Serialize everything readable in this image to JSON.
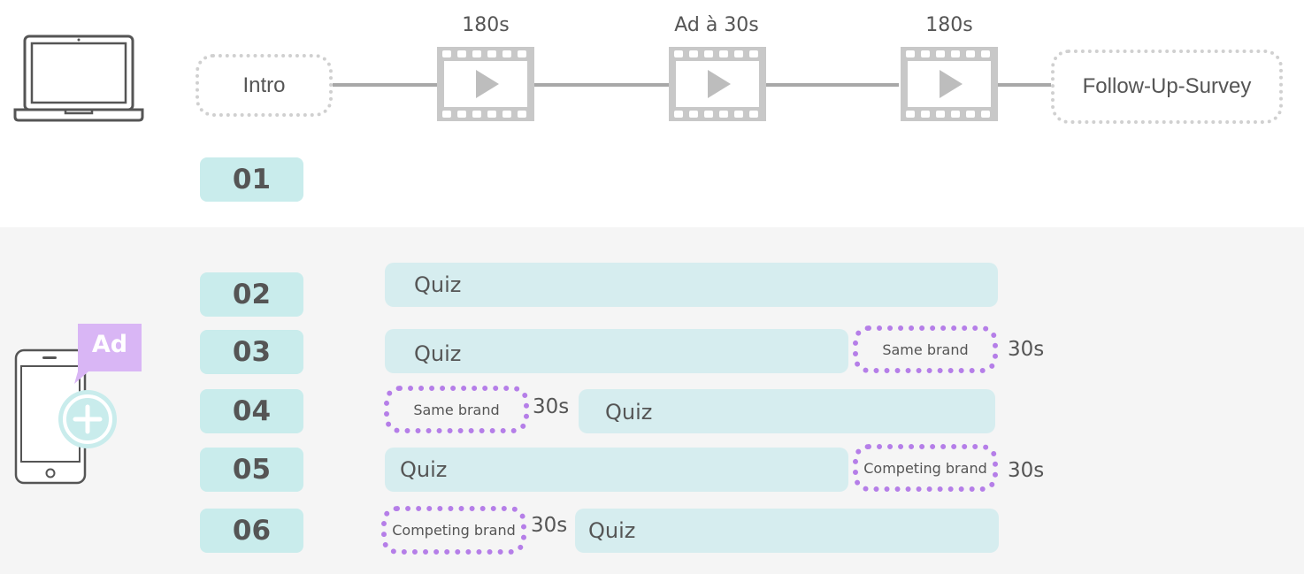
{
  "timeline": {
    "intro_label": "Intro",
    "survey_label": "Follow-Up-Survey",
    "video1_label": "180s",
    "video2_label": "Ad à 30s",
    "video3_label": "180s"
  },
  "phone_ad_badge": "Ad",
  "conditions": [
    {
      "id": "01"
    },
    {
      "id": "02",
      "quiz": "Quiz"
    },
    {
      "id": "03",
      "quiz": "Quiz",
      "ad": "Same brand",
      "duration": "30s"
    },
    {
      "id": "04",
      "ad": "Same brand",
      "duration": "30s",
      "quiz": "Quiz"
    },
    {
      "id": "05",
      "quiz": "Quiz",
      "ad": "Competing brand",
      "duration": "30s"
    },
    {
      "id": "06",
      "ad": "Competing brand",
      "duration": "30s",
      "quiz": "Quiz"
    }
  ],
  "colors": {
    "condition_label_bg": "#c9ecec",
    "quiz_bg": "#d6edef",
    "ad_border": "#b57ee8",
    "ad_badge_bg": "#d9b6f5",
    "line": "#a8a8a8",
    "band_bg": "#f5f5f5"
  },
  "icons": [
    "laptop-icon",
    "film-strip-icon",
    "play-icon",
    "smartphone-icon",
    "plus-icon"
  ]
}
